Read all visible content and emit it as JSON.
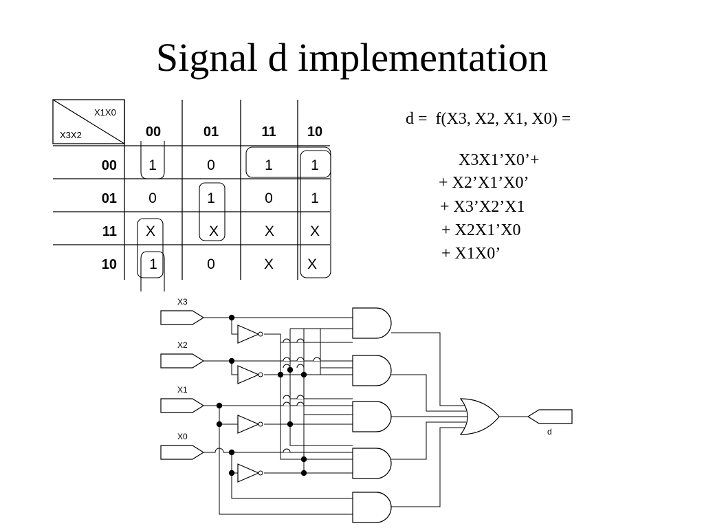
{
  "title": "Signal d implementation",
  "kmap": {
    "corner_top": "X1X0",
    "corner_bottom": "X3X2",
    "col_headers": [
      "00",
      "01",
      "11",
      "10"
    ],
    "row_headers": [
      "00",
      "01",
      "11",
      "10"
    ],
    "cells": [
      [
        "1",
        "0",
        "1",
        "1"
      ],
      [
        "0",
        "1",
        "0",
        "1"
      ],
      [
        "X",
        "X",
        "X",
        "X"
      ],
      [
        "1",
        "0",
        "X",
        "X"
      ]
    ]
  },
  "equation": {
    "header": "d =  f(X3, X2, X1, X0) =",
    "terms": [
      "X3X1’X0’+",
      "+ X2’X1’X0’",
      "+ X3’X2’X1",
      "+ X2X1’X0",
      "+ X1X0’"
    ]
  },
  "circuit": {
    "inputs": [
      "X3",
      "X2",
      "X1",
      "X0"
    ],
    "output": "d"
  }
}
